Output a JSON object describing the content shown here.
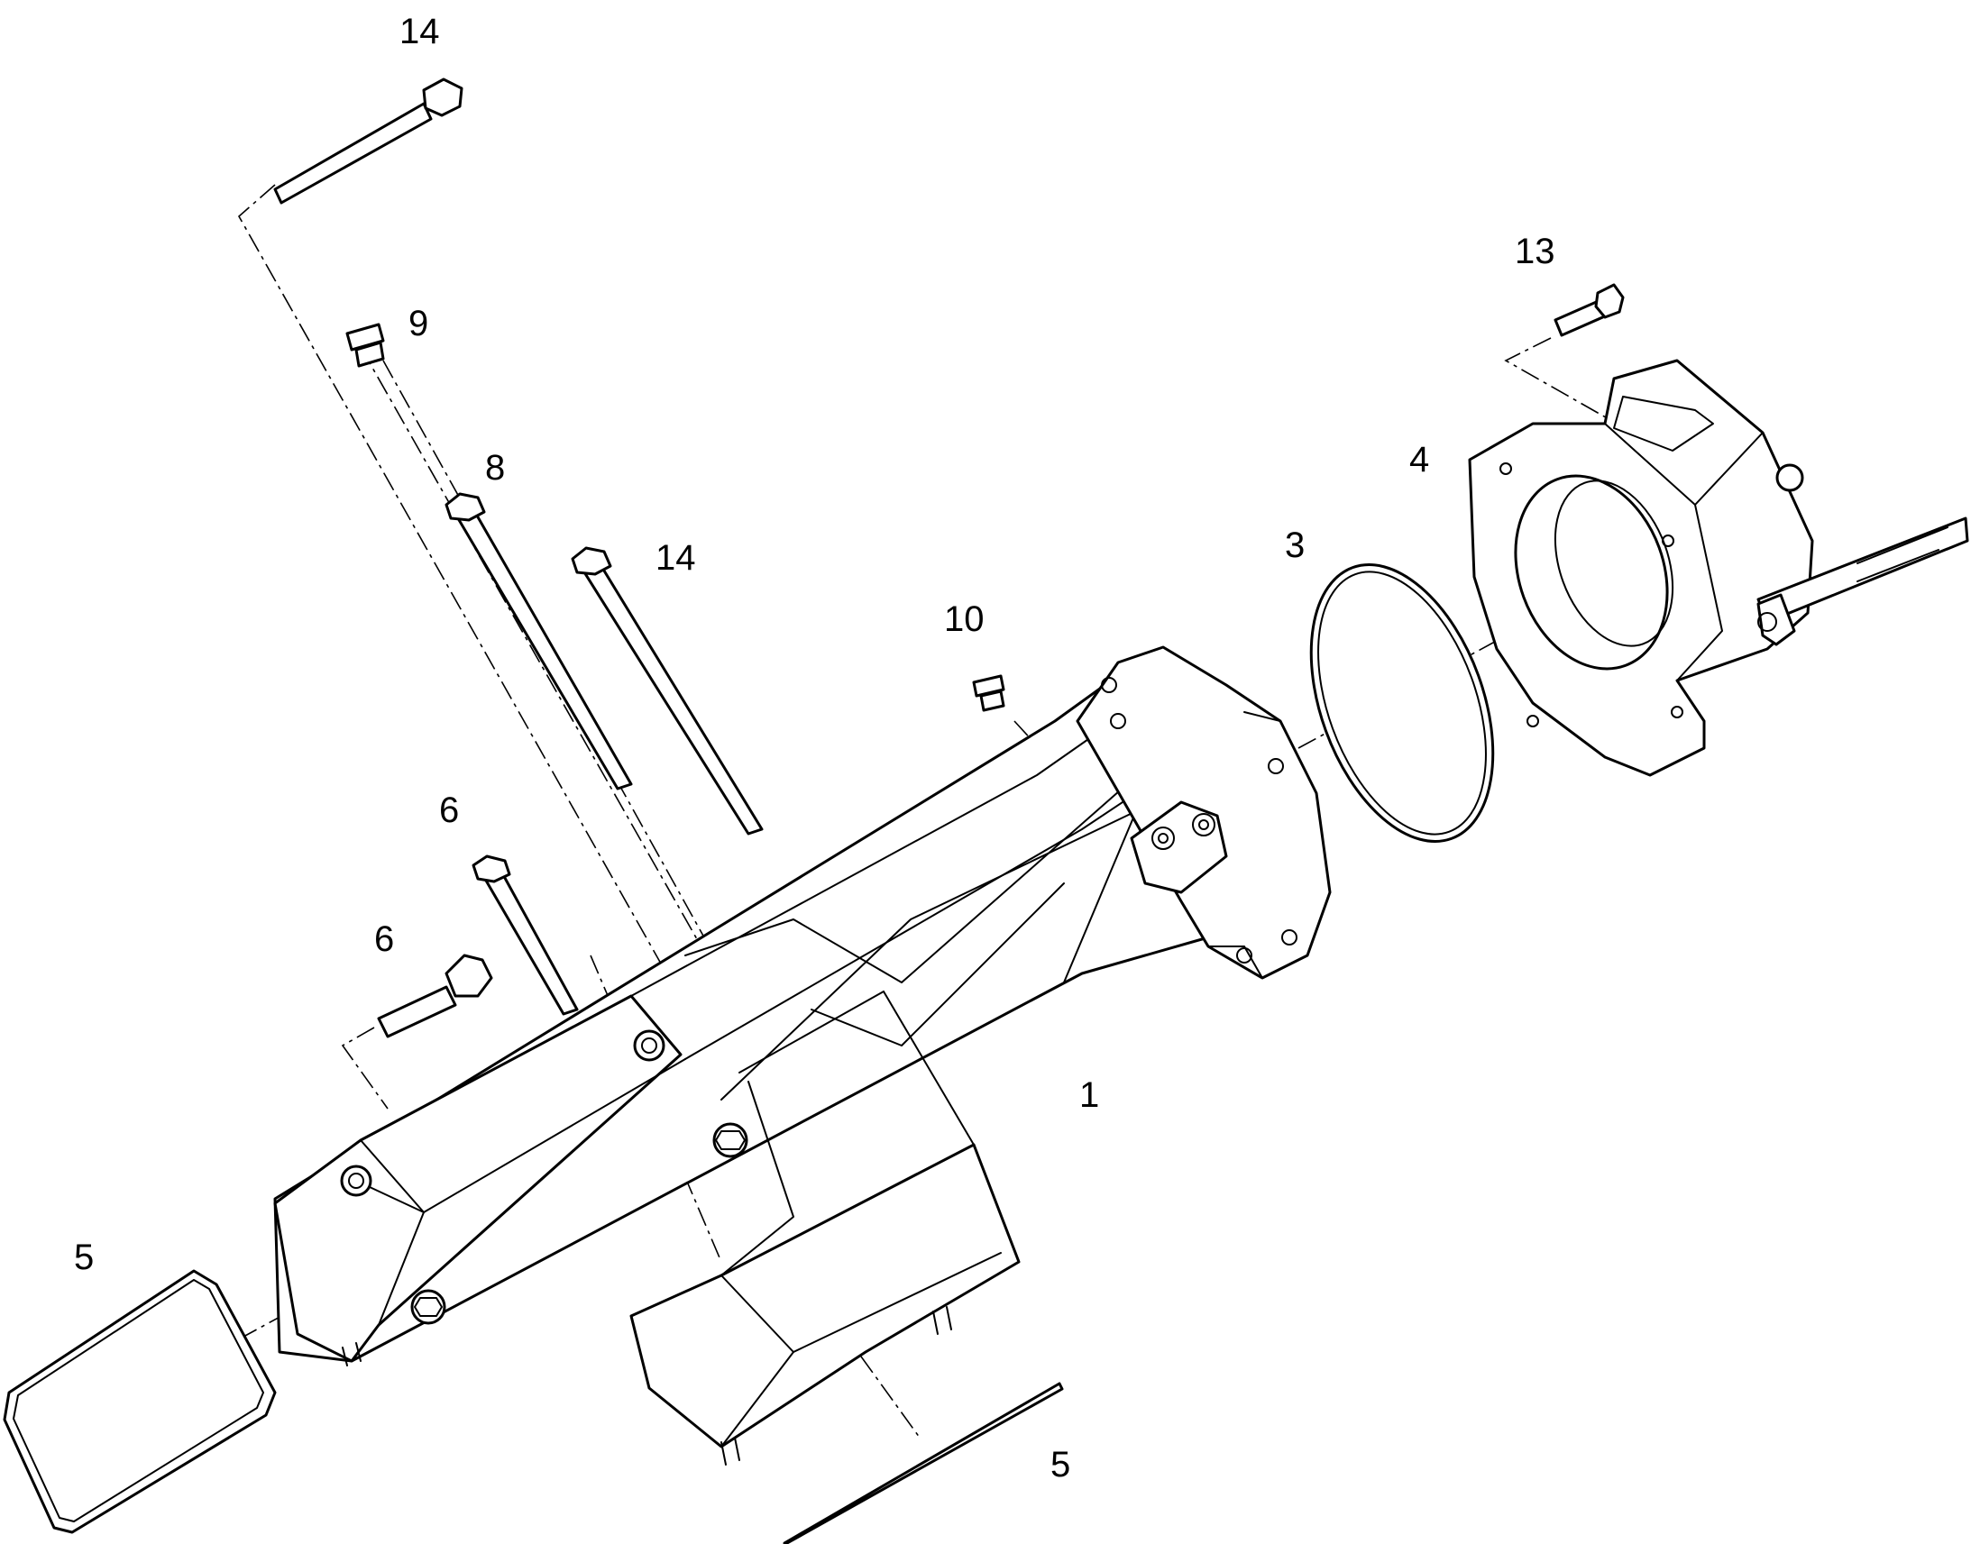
{
  "callouts": {
    "c1": "1",
    "c3": "3",
    "c4": "4",
    "c5a": "5",
    "c5b": "5",
    "c6a": "6",
    "c6b": "6",
    "c8": "8",
    "c9": "9",
    "c10": "10",
    "c13": "13",
    "c14a": "14",
    "c14b": "14"
  },
  "colors": {
    "line": "#000000",
    "background": "#ffffff"
  }
}
